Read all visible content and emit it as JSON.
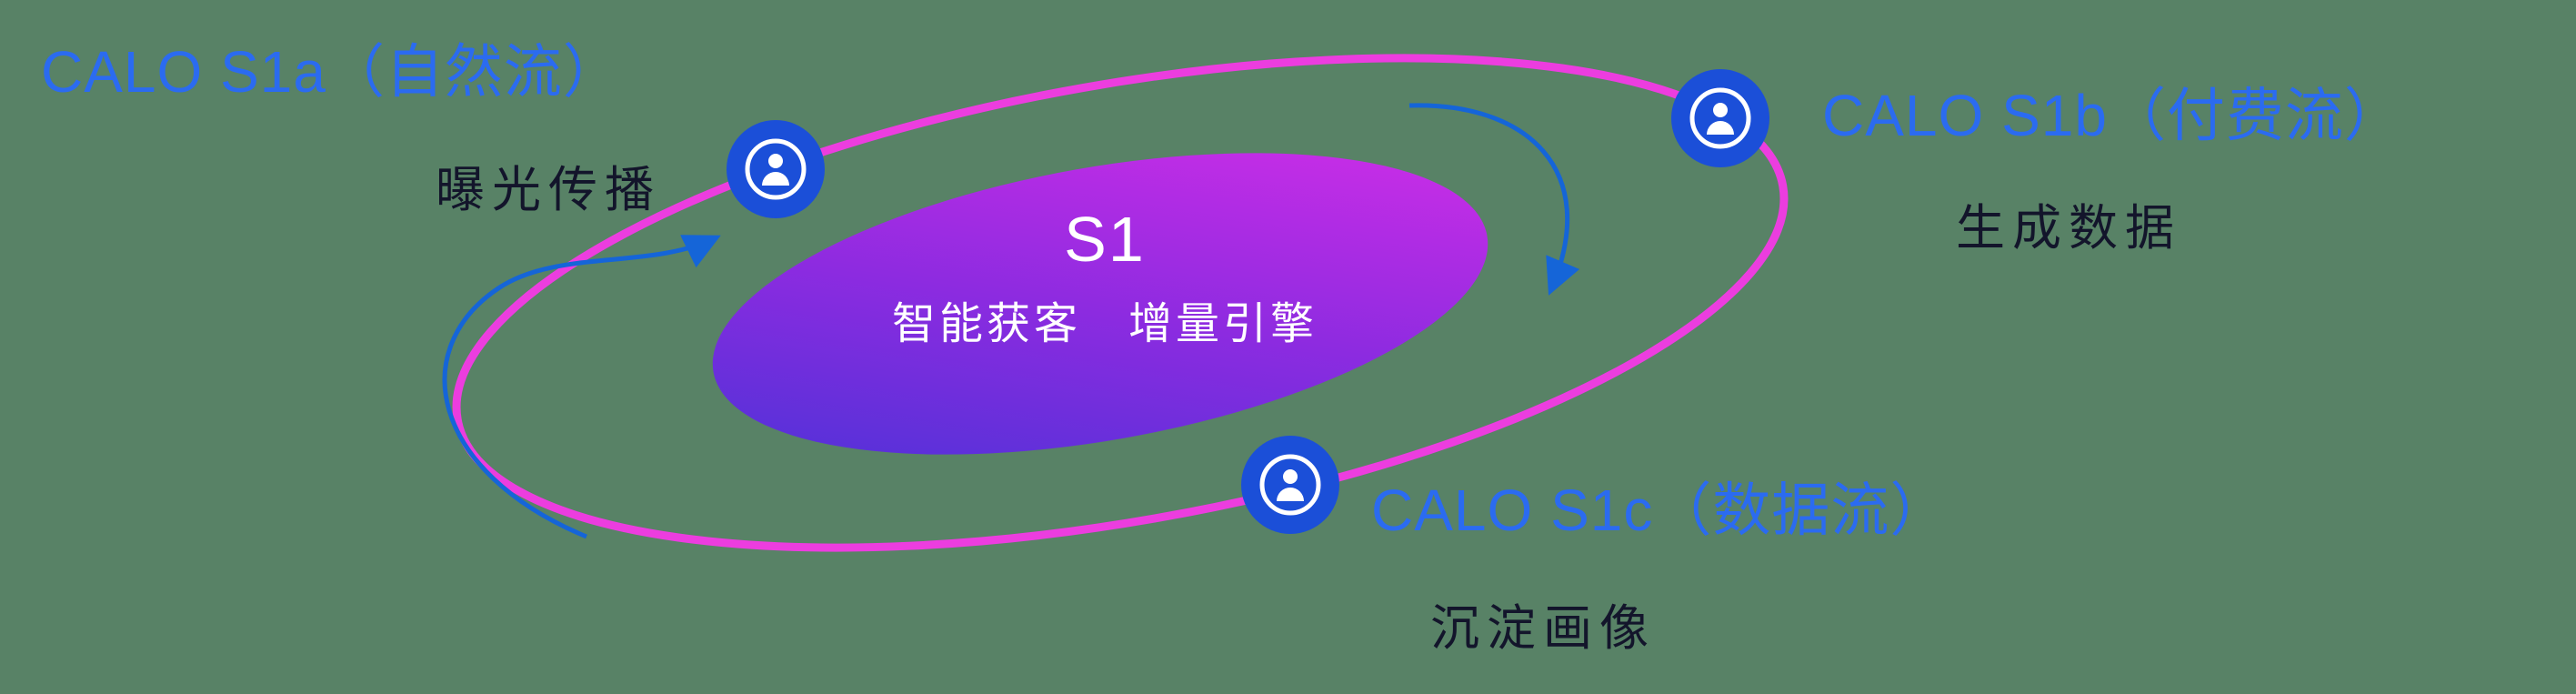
{
  "diagram": {
    "center": {
      "title": "S1",
      "subtitle": "智能获客　增量引擎"
    },
    "groups": [
      {
        "id": "s1a",
        "title": "CALO S1a（自然流）",
        "subtitle": "曝光传播"
      },
      {
        "id": "s1b",
        "title": "CALO S1b（付费流）",
        "subtitle": "生成数据"
      },
      {
        "id": "s1c",
        "title": "CALO S1c（数据流）",
        "subtitle": "沉淀画像"
      }
    ],
    "icons": {
      "node_icon": "user-icon",
      "arrow_icon": "curved-arrow-icon"
    },
    "colors": {
      "background": "#588266",
      "orbit_ring": "#ec3ddf",
      "core_gradient_start": "#4633d6",
      "core_gradient_mid": "#8c2be0",
      "core_gradient_end": "#d92ee8",
      "label_blue": "#2b6bf0",
      "text_dark": "#13152b",
      "node_blue": "#1b4fd8",
      "arrow_blue": "#1565d8",
      "core_text_white": "#ffffff"
    }
  }
}
